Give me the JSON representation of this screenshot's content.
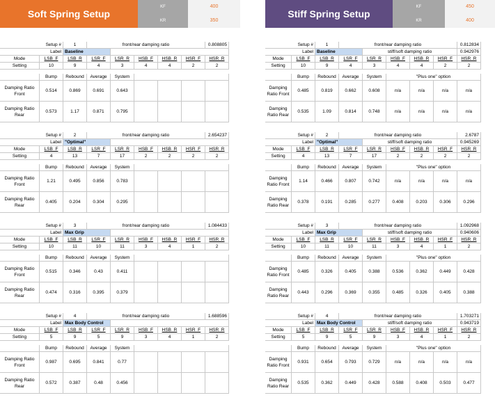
{
  "soft": {
    "title": "Soft Spring Setup",
    "kf_label": "KF",
    "kf_value": "400",
    "kr_label": "KR",
    "kr_value": "350",
    "blocks": [
      {
        "setup_num": "1",
        "label": "Baseline",
        "ratio_label": "front/rear damping ratio",
        "ratio_value": "0.808805",
        "settings": [
          "10",
          "9",
          "4",
          "3",
          "4",
          "4",
          "2",
          "2"
        ],
        "front": [
          "0.514",
          "0.869",
          "0.691",
          "0.643"
        ],
        "rear": [
          "0.573",
          "1.17",
          "0.871",
          "0.795"
        ]
      },
      {
        "setup_num": "2",
        "label": "\"Optimal\"",
        "ratio_label": "front/rear damping ratio",
        "ratio_value": "2.654237",
        "settings": [
          "4",
          "13",
          "7",
          "17",
          "2",
          "2",
          "2",
          "2"
        ],
        "front": [
          "1.21",
          "0.495",
          "0.856",
          "0.783"
        ],
        "rear": [
          "0.405",
          "0.204",
          "0.304",
          "0.295"
        ]
      },
      {
        "setup_num": "3",
        "label": "Max Grip",
        "ratio_label": "front/rear damping ratio",
        "ratio_value": "1.084433",
        "settings": [
          "10",
          "11",
          "10",
          "11",
          "3",
          "4",
          "1",
          "2"
        ],
        "front": [
          "0.515",
          "0.346",
          "0.43",
          "0.411"
        ],
        "rear": [
          "0.474",
          "0.316",
          "0.395",
          "0.379"
        ]
      },
      {
        "setup_num": "4",
        "label": "Max Body Control",
        "ratio_label": "front/rear damping ratio",
        "ratio_value": "1.688596",
        "settings": [
          "5",
          "9",
          "5",
          "9",
          "3",
          "4",
          "1",
          "2"
        ],
        "front": [
          "0.987",
          "0.695",
          "0.841",
          "0.77"
        ],
        "rear": [
          "0.572",
          "0.387",
          "0.48",
          "0.456"
        ]
      }
    ]
  },
  "stiff": {
    "title": "Stiff Spring Setup",
    "kf_label": "KF",
    "kf_value": "450",
    "kr_label": "KR",
    "kr_value": "400",
    "blocks": [
      {
        "setup_num": "1",
        "label": "Baseline",
        "ratio_label": "front/rear damping ratio",
        "ratio_value": "0.812834",
        "ratio2_label": "stiff/soft damping ratio",
        "ratio2_value": "0.942976",
        "settings": [
          "10",
          "9",
          "4",
          "3",
          "4",
          "4",
          "2",
          "2"
        ],
        "front": [
          "0.485",
          "0.819",
          "0.662",
          "0.608",
          "n/a",
          "n/a",
          "n/a",
          "n/a"
        ],
        "rear": [
          "0.535",
          "1.09",
          "0.814",
          "0.748",
          "n/a",
          "n/a",
          "n/a",
          "n/a"
        ]
      },
      {
        "setup_num": "2",
        "label": "\"Optimal\"",
        "ratio_label": "front/rear damping ratio",
        "ratio_value": "2.6787",
        "ratio2_label": "stiff/soft damping ratio",
        "ratio2_value": "0.945269",
        "settings": [
          "4",
          "13",
          "7",
          "17",
          "2",
          "2",
          "2",
          "2"
        ],
        "front": [
          "1.14",
          "0.466",
          "0.807",
          "0.742",
          "n/a",
          "n/a",
          "n/a",
          "n/a"
        ],
        "rear": [
          "0.378",
          "0.191",
          "0.285",
          "0.277",
          "0.408",
          "0.203",
          "0.306",
          "0.296"
        ]
      },
      {
        "setup_num": "3",
        "label": "Max Grip",
        "ratio_label": "front/rear damping ratio",
        "ratio_value": "1.092968",
        "ratio2_label": "stiff/soft damping ratio",
        "ratio2_value": "0.940606",
        "settings": [
          "10",
          "11",
          "10",
          "11",
          "3",
          "4",
          "1",
          "2"
        ],
        "front": [
          "0.485",
          "0.326",
          "0.405",
          "0.388",
          "0.536",
          "0.362",
          "0.449",
          "0.428"
        ],
        "rear": [
          "0.443",
          "0.296",
          "0.369",
          "0.355",
          "0.485",
          "0.326",
          "0.405",
          "0.388"
        ]
      },
      {
        "setup_num": "4",
        "label": "Max Body Control",
        "ratio_label": "front/rear damping ratio",
        "ratio_value": "1.703271",
        "ratio2_label": "stiff/soft damping ratio",
        "ratio2_value": "0.943719",
        "settings": [
          "5",
          "9",
          "5",
          "9",
          "3",
          "4",
          "1",
          "2"
        ],
        "front": [
          "0.931",
          "0.654",
          "0.793",
          "0.729",
          "n/a",
          "n/a",
          "n/a",
          "n/a"
        ],
        "rear": [
          "0.535",
          "0.362",
          "0.449",
          "0.428",
          "0.588",
          "0.408",
          "0.503",
          "0.477"
        ]
      }
    ]
  },
  "common": {
    "setup_label": "Setup #",
    "label_label": "Label",
    "mode_label": "Mode",
    "setting_label": "Setting",
    "modes": [
      "LSB_F",
      "LSB_R",
      "LSR_F",
      "LSR_R",
      "HSB_F",
      "HSB_R",
      "HSR_F",
      "HSR_R"
    ],
    "metric_cols": [
      "Bump",
      "Rebound",
      "Average",
      "System"
    ],
    "plus_one": "\"Plus one\" option",
    "soft_front": "Damping Ratio Front",
    "soft_rear": "Damping Ratio Rear",
    "stiff_front": "Damping Ratio Front",
    "stiff_rear": "Damping Ratio Rear"
  },
  "colors": {
    "soft_header": "#e8742b",
    "stiff_header": "#5f4c81",
    "label_fill": "#c5d9f1",
    "k_value": "#e8742b"
  }
}
